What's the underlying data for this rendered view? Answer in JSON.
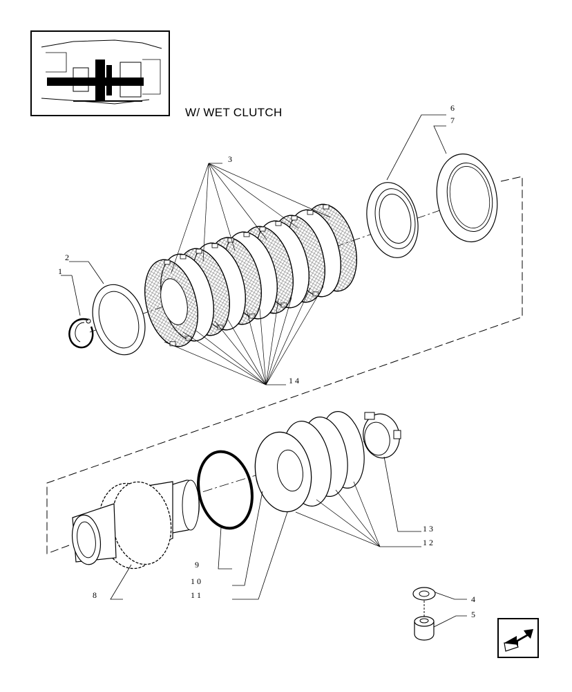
{
  "caption": "W/ WET CLUTCH",
  "callouts": {
    "c1": "1",
    "c2": "2",
    "c3": "3",
    "c4": "4",
    "c5": "5",
    "c6": "6",
    "c7": "7",
    "c8": "8",
    "c9": "9",
    "c10": "1 0",
    "c11": "1 1",
    "c12": "1 2",
    "c13": "1 3",
    "c14": "1 4"
  },
  "icons": {
    "thumbnail": "transmission-section-thumbnail",
    "nav": "next-page-arrow-icon"
  }
}
